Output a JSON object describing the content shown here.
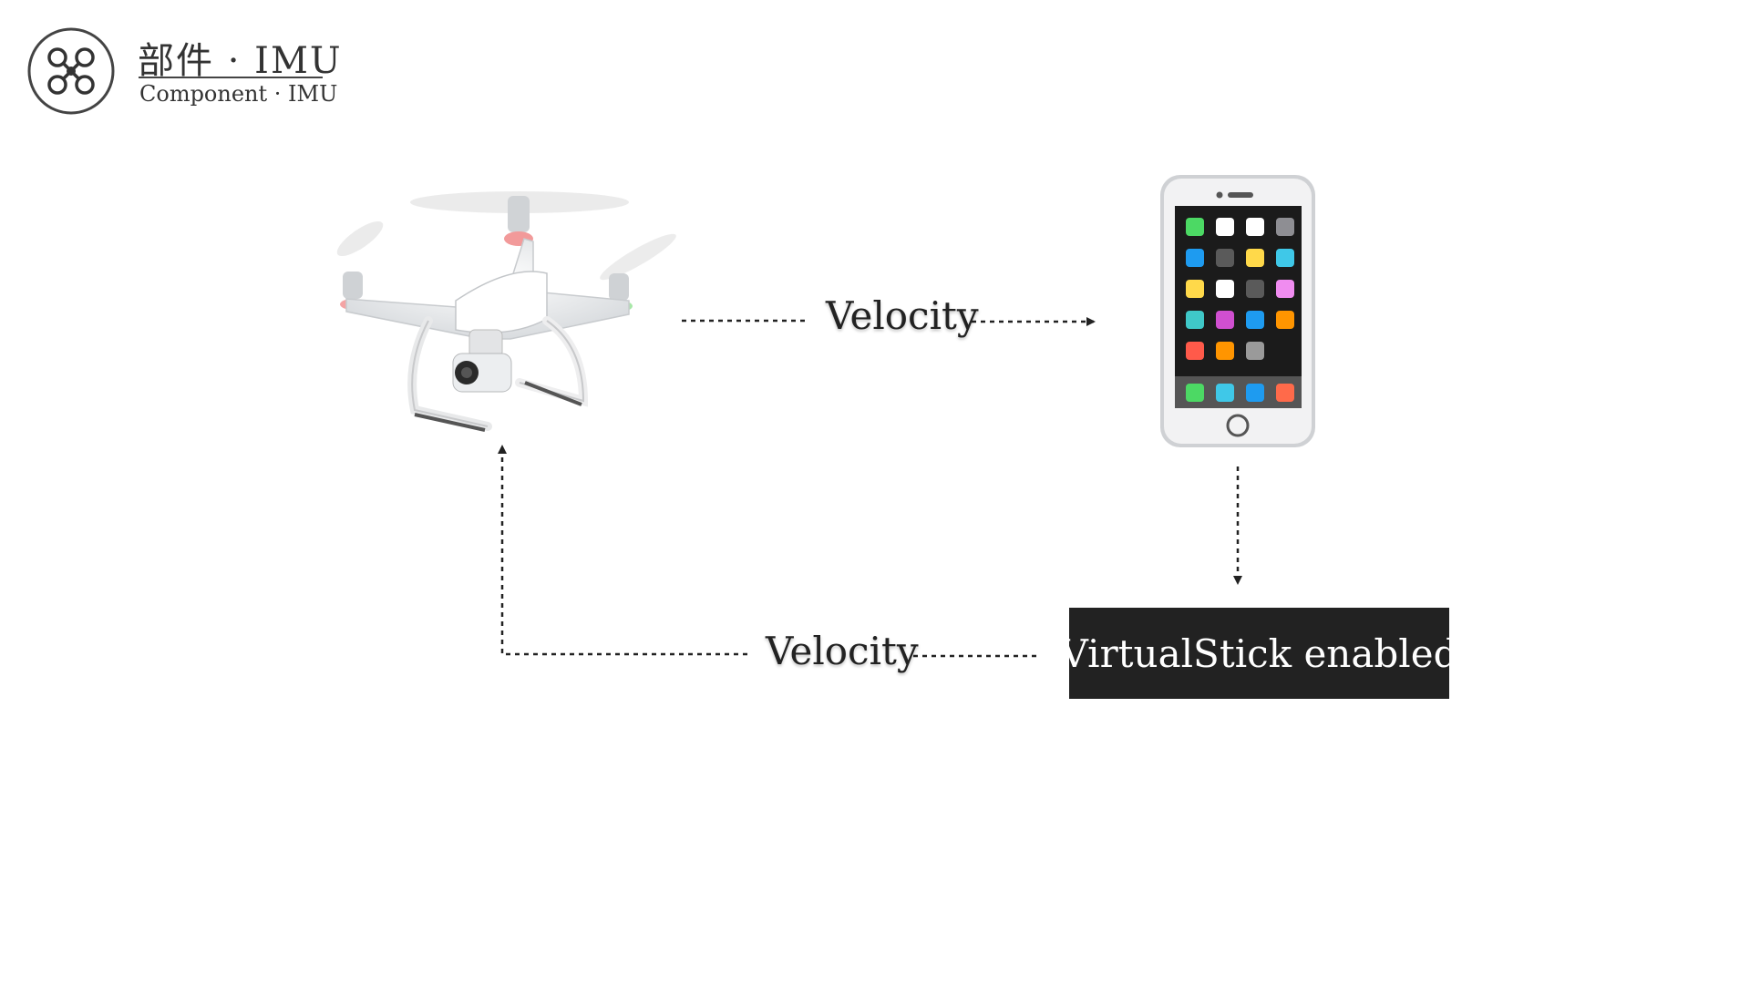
{
  "header": {
    "logo_icon": "quadcopter-icon",
    "title_cn": "部件 · IMU",
    "title_en": "Component · IMU"
  },
  "nodes": {
    "drone": {
      "icon": "drone-icon"
    },
    "phone": {
      "icon": "smartphone-icon"
    },
    "virtualstick": {
      "label": "VirtualStick enabled"
    }
  },
  "edges": {
    "drone_to_phone": {
      "label": "Velocity"
    },
    "virtualstick_to_drone": {
      "label": "Velocity"
    }
  },
  "colors": {
    "arrow": "#222222",
    "box_background": "#222222",
    "box_text": "#ffffff"
  }
}
